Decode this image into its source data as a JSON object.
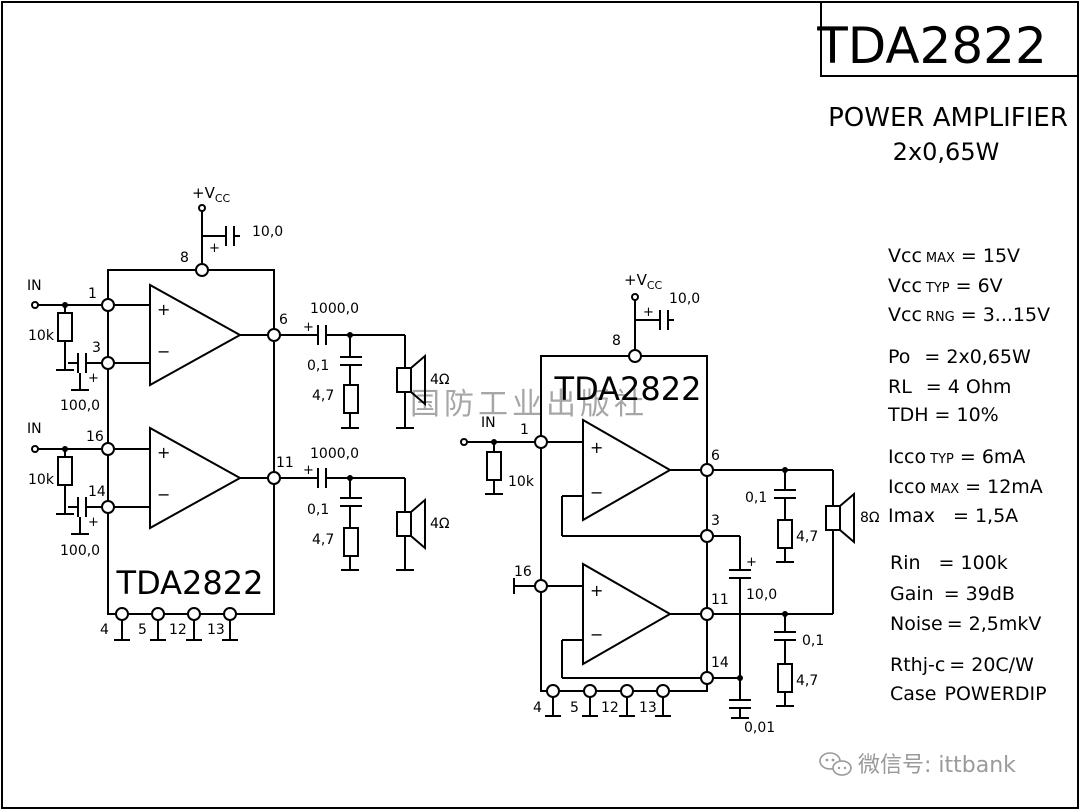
{
  "title": "TDA2822",
  "subtitle": {
    "line1": "POWER AMPLIFIER",
    "line2": "2x0,65W"
  },
  "stereo_circuit": {
    "chip_label": "TDA2822",
    "vcc": "+V",
    "vcc_sub": "CC",
    "cap_supply": "10,0",
    "pins": {
      "p1": "1",
      "p3": "3",
      "p6": "6",
      "p8": "8",
      "p11": "11",
      "p14": "14",
      "p16": "16",
      "p4": "4",
      "p5": "5",
      "p12": "12",
      "p13": "13"
    },
    "in1": "IN",
    "in2": "IN",
    "res_in1": "10k",
    "res_in2": "10k",
    "cap_fb1": "100,0",
    "cap_fb2": "100,0",
    "cap_out1": "1000,0",
    "cap_out2": "1000,0",
    "cap_zob1": "0,1",
    "cap_zob2": "0,1",
    "res_zob1": "4,7",
    "res_zob2": "4,7",
    "spk1": "4Ω",
    "spk2": "4Ω"
  },
  "bridge_circuit": {
    "chip_label": "TDA2822",
    "vcc": "+V",
    "vcc_sub": "CC",
    "cap_supply": "10,0",
    "pins": {
      "p1": "1",
      "p3": "3",
      "p6": "6",
      "p8": "8",
      "p11": "11",
      "p14": "14",
      "p16": "16",
      "p4": "4",
      "p5": "5",
      "p12": "12",
      "p13": "13"
    },
    "in": "IN",
    "res_in": "10k",
    "cap_zob1": "0,1",
    "cap_zob2": "0,1",
    "res_zob1": "4,7",
    "res_zob2": "4,7",
    "cap_bs": "10,0",
    "cap_dec": "0,01",
    "spk": "8Ω"
  },
  "specs": [
    {
      "name": "Vcc",
      "sub": "MAX",
      "value": "= 15V"
    },
    {
      "name": "Vcc",
      "sub": "TYP",
      "value": "= 6V"
    },
    {
      "name": "Vcc",
      "sub": "RNG",
      "value": "= 3...15V"
    },
    {
      "name": "Po",
      "sub": "",
      "value": "= 2x0,65W"
    },
    {
      "name": "RL",
      "sub": "",
      "value": "= 4 Ohm"
    },
    {
      "name": "TDH",
      "sub": "",
      "value": "= 10%"
    },
    {
      "name": "Icco",
      "sub": "TYP",
      "value": "= 6mA"
    },
    {
      "name": "Icco",
      "sub": "MAX",
      "value": "= 12mA"
    },
    {
      "name": "Imax",
      "sub": "",
      "value": "= 1,5A"
    },
    {
      "name": "Rin",
      "sub": "",
      "value": "= 100k"
    },
    {
      "name": "Gain",
      "sub": "",
      "value": "= 39dB"
    },
    {
      "name": "Noise",
      "sub": "",
      "value": "= 2,5mkV"
    },
    {
      "name": "Rthj-c",
      "sub": "",
      "value": "= 20C/W"
    },
    {
      "name": "Case",
      "sub": "",
      "value": "POWERDIP"
    }
  ],
  "watermark": "国防工业出版社",
  "footer": {
    "wechat": "微信号: ittbank"
  }
}
